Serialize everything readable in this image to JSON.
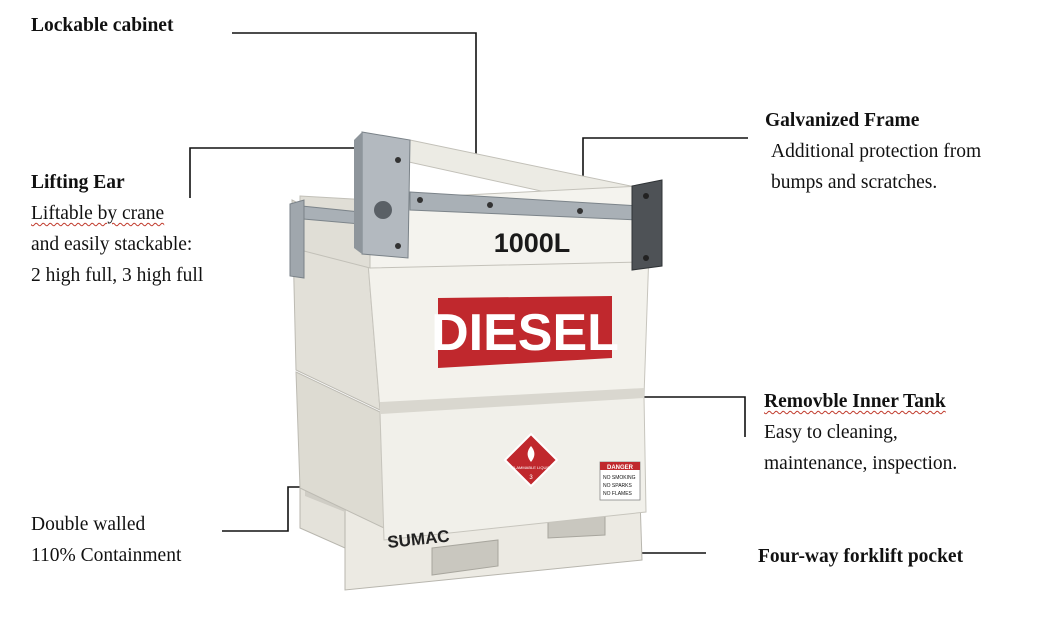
{
  "callouts": {
    "cabinet": {
      "title": "Lockable cabinet"
    },
    "frame": {
      "title": "Galvanized Frame",
      "line1": "Additional protection from",
      "line2": "bumps and scratches."
    },
    "ear": {
      "title": "Lifting Ear",
      "line1": "Liftable by crane",
      "line2": "and easily stackable:",
      "line3": "2 high full, 3 high full"
    },
    "inner": {
      "title": "Removble Inner Tank",
      "line1": "Easy to cleaning,",
      "line2": "maintenance, inspection."
    },
    "wall": {
      "line1": "Double walled",
      "line2": "110% Containment"
    },
    "forklift": {
      "title": "Four-way forklift pocket"
    }
  },
  "tank": {
    "capacity": "1000L",
    "product": "DIESEL",
    "brand": "SUMAC",
    "hazard_text": "FLAMMABLE LIQUID",
    "hazard_class": "3",
    "danger": {
      "header": "DANGER",
      "lines": [
        "NO SMOKING",
        "NO SPARKS",
        "NO FLAMES"
      ]
    }
  },
  "colors": {
    "diesel_red": "#c0282d",
    "tank_white": "#f1f0ea",
    "frame_steel": "#a9b0b6"
  }
}
